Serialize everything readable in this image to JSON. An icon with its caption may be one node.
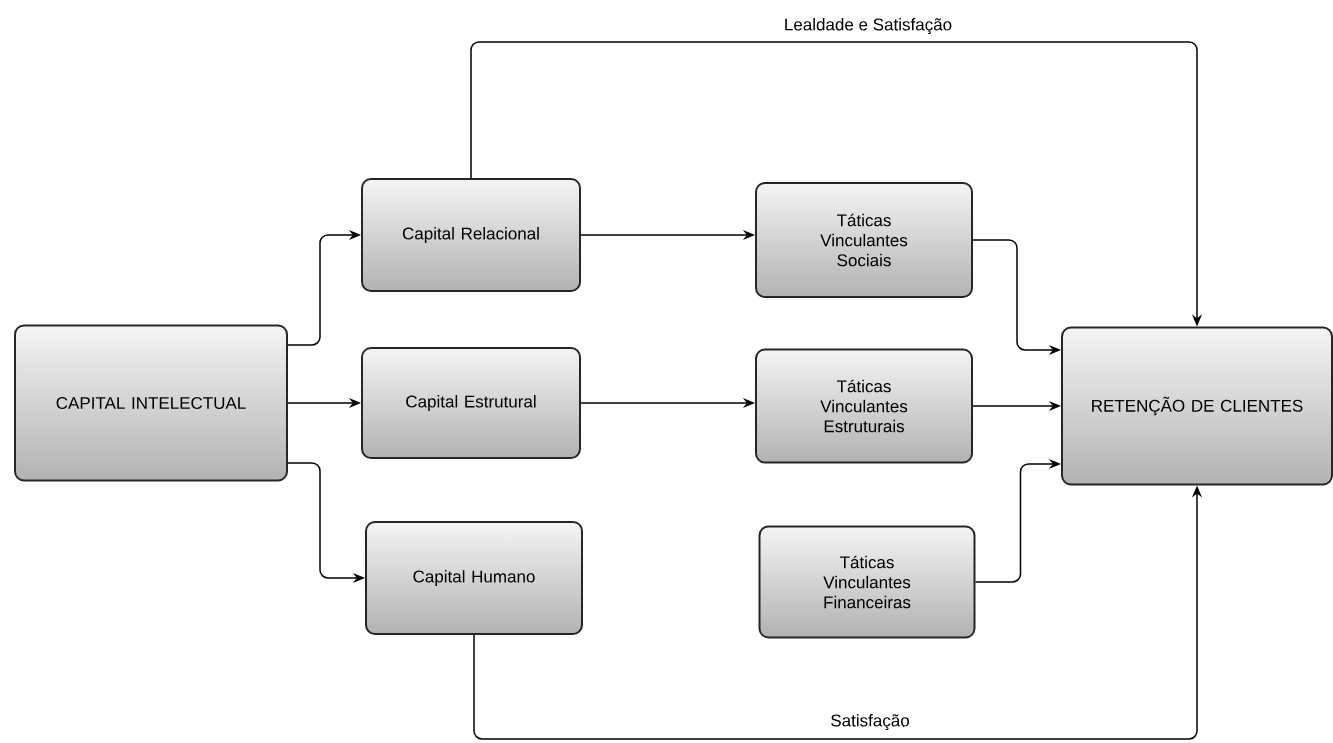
{
  "diagram": {
    "nodes": [
      {
        "text": [
          "CAPITAL INTELECTUAL"
        ]
      },
      {
        "text": [
          "Capital Relacional"
        ]
      },
      {
        "text": [
          "Capital Estrutural"
        ]
      },
      {
        "text": [
          "Capital Humano"
        ]
      },
      {
        "text": [
          "Táticas Vinculantes Sociais"
        ]
      },
      {
        "text": [
          "Táticas Vinculantes Estruturais"
        ]
      },
      {
        "text": [
          "Táticas Vinculantes Financeiras"
        ]
      },
      {
        "text": [
          "RETENÇÃO DE CLIENTES"
        ]
      }
    ],
    "edges": [
      {
        "from": 0,
        "to": 1,
        "arrow": "to"
      },
      {
        "from": 0,
        "to": 2,
        "arrow": "to"
      },
      {
        "from": 0,
        "to": 3,
        "arrow": "to"
      },
      {
        "from": 1,
        "to": 4,
        "arrow": "to"
      },
      {
        "from": 2,
        "to": 5,
        "arrow": "to"
      },
      {
        "from": 1,
        "to": 7,
        "arrow": "to",
        "label": "Lealdade e Satisfação"
      },
      {
        "from": 4,
        "to": 7,
        "arrow": "to"
      },
      {
        "from": 5,
        "to": 7,
        "arrow": "to"
      },
      {
        "from": 6,
        "to": 7,
        "arrow": "to"
      },
      {
        "from": 3,
        "to": 7,
        "arrow": "to",
        "label": "Satisfação"
      }
    ]
  }
}
